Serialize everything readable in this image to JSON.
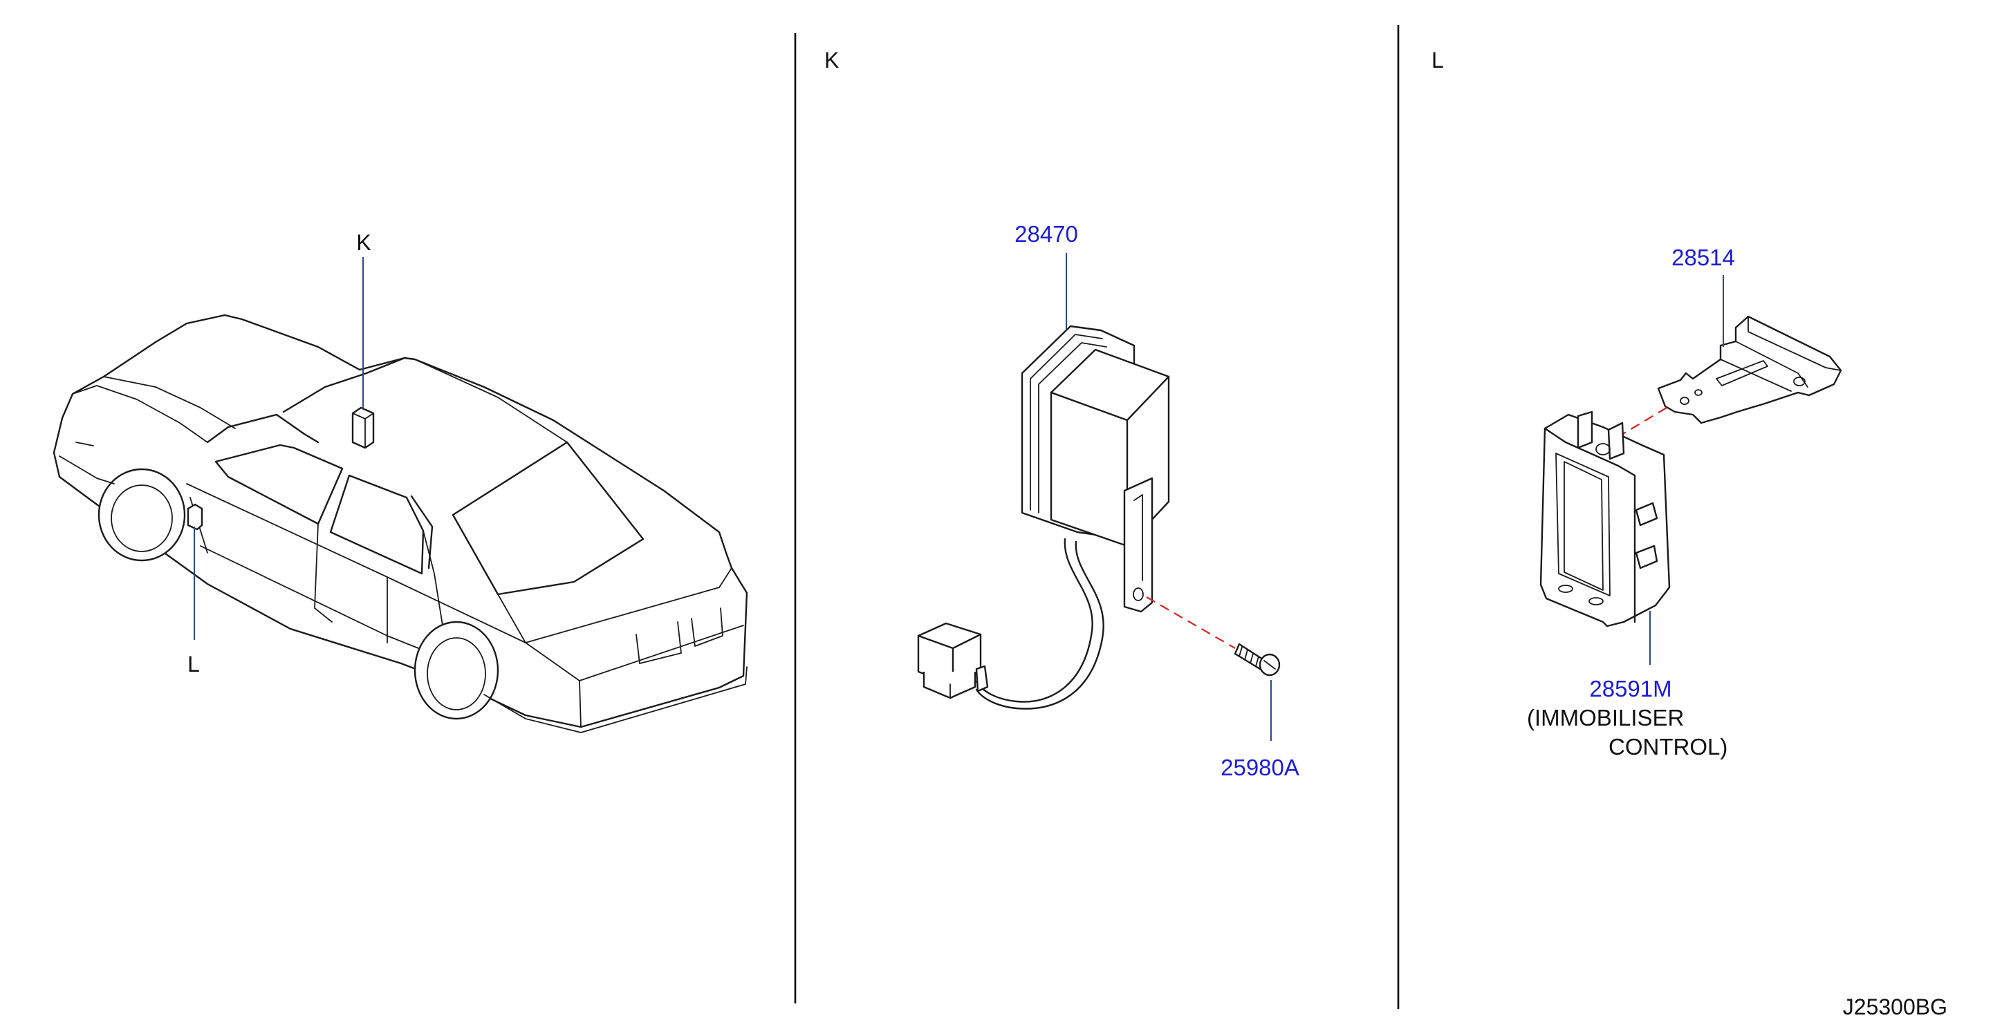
{
  "colors": {
    "part_number": "#1c1cd8",
    "leader": "#2a4a8a",
    "hidden_line": "#e02020",
    "ink": "#1a1a1a"
  },
  "overview": {
    "callout_k": "K",
    "callout_l": "L"
  },
  "panel_k": {
    "heading": "K",
    "part_relay": "28470",
    "part_screw": "25980A"
  },
  "panel_l": {
    "heading": "L",
    "part_bracket": "28514",
    "part_module": "28591M",
    "module_note_line1": "(IMMOBILISER",
    "module_note_line2": "CONTROL)"
  },
  "diagram_code": "J25300BG"
}
